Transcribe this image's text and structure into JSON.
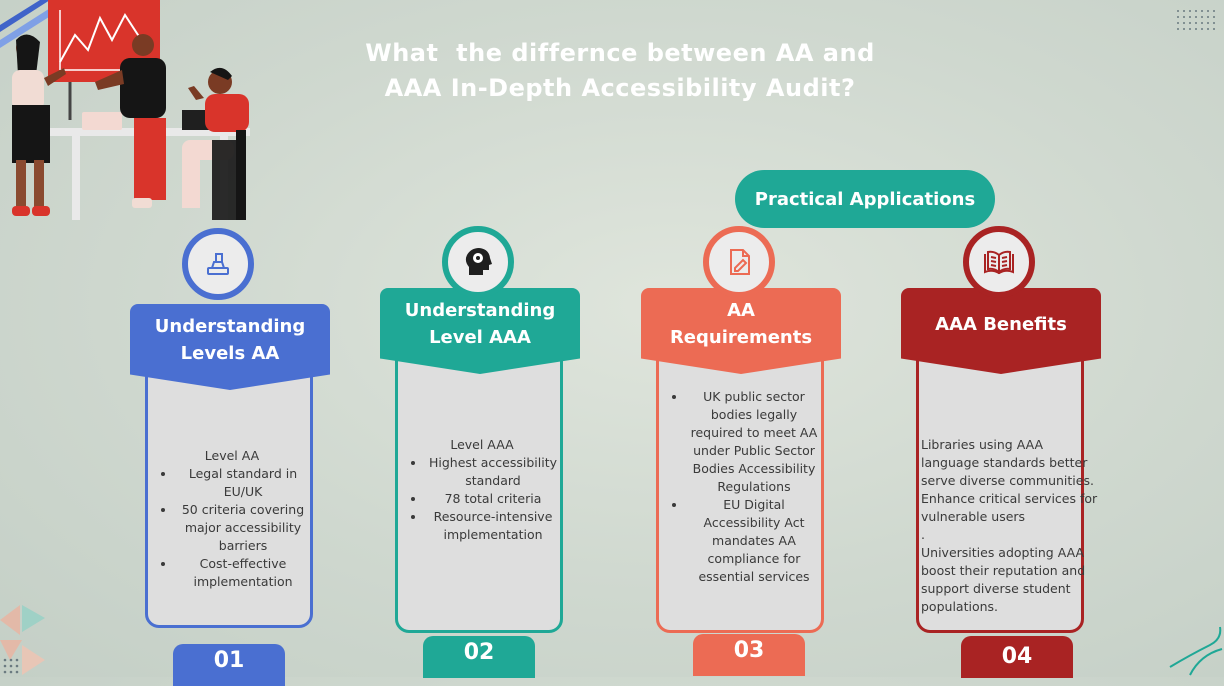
{
  "title": {
    "line1": "What  the differnce between AA and",
    "line2": "AAA In-Depth Accessibility Audit?"
  },
  "pill": {
    "label": "Practical Applications"
  },
  "colors": {
    "blue": "#4a6fd1",
    "teal": "#1fa896",
    "coral": "#ec6b54",
    "red": "#a92323"
  },
  "cards": [
    {
      "icon": "stamp-icon",
      "heading": [
        "Understanding",
        "Levels AA"
      ],
      "intro": "Level AA",
      "bullets": [
        "Legal standard in EU/UK",
        "50 criteria covering major accessibility barriers",
        "Cost-effective implementation"
      ],
      "number": "01"
    },
    {
      "icon": "head-gear-icon",
      "heading": [
        "Understanding",
        "Level AAA"
      ],
      "intro": "Level AAA",
      "bullets": [
        "Highest accessibility standard",
        "78 total criteria",
        "Resource-intensive implementation"
      ],
      "number": "02"
    },
    {
      "icon": "document-pen-icon",
      "heading": [
        "AA",
        "Requirements"
      ],
      "intro": "",
      "bullets": [
        "UK public sector bodies legally required to meet AA under Public Sector Bodies Accessibility Regulations",
        "EU Digital Accessibility Act mandates AA compliance for essential services"
      ],
      "number": "03"
    },
    {
      "icon": "open-book-icon",
      "heading": [
        "AAA Benefits"
      ],
      "paragraphs": [
        "Libraries using AAA language standards better serve diverse communities.",
        " Enhance critical services for vulnerable users",
        ".",
        "Universities adopting AAA boost their reputation and support diverse student populations."
      ],
      "number": "04"
    }
  ]
}
